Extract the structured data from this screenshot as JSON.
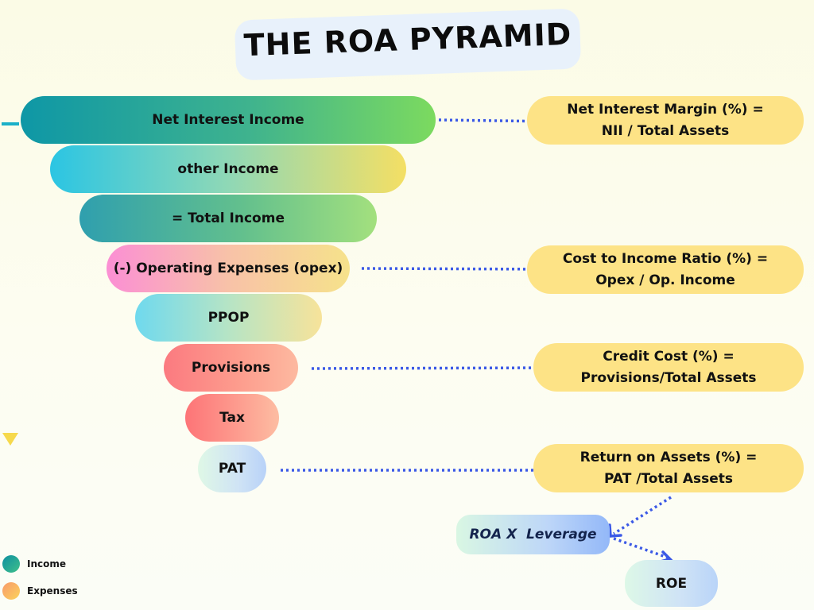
{
  "title": "THE ROA PYRAMID",
  "pyramid": [
    {
      "label": "Net Interest Income"
    },
    {
      "label": "other Income"
    },
    {
      "label": "= Total Income"
    },
    {
      "label": "(-) Operating Expenses (opex)"
    },
    {
      "label": "PPOP"
    },
    {
      "label": "Provisions"
    },
    {
      "label": "Tax"
    },
    {
      "label": "PAT"
    }
  ],
  "formulas": [
    {
      "line1": "Net Interest Margin (%) =",
      "line2": "NII / Total Assets"
    },
    {
      "line1": "Cost to Income Ratio (%) =",
      "line2": "Opex / Op. Income"
    },
    {
      "line1": "Credit Cost (%) =",
      "line2": "Provisions/Total Assets"
    },
    {
      "line1": "Return on Assets (%) =",
      "line2": "PAT /Total Assets"
    }
  ],
  "roa_leverage": "ROA X  Leverage",
  "roe": "ROE",
  "legend": [
    {
      "label": "Income",
      "color": "#1aa39a"
    },
    {
      "label": "Expenses",
      "color": "#f9b95f"
    }
  ],
  "colors": {
    "connector_arrows": "#3b59e6",
    "formula_pill": "#fde386",
    "title_box": "#e8f1fb"
  }
}
